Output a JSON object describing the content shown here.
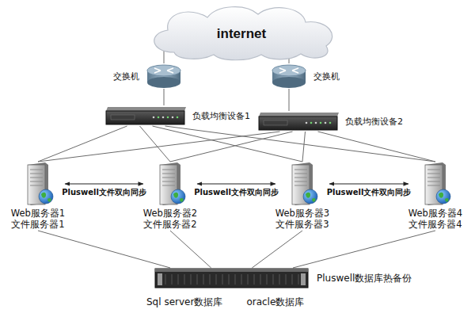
{
  "diagram": {
    "nodes": [
      {
        "text": [
          "internet"
        ]
      },
      {
        "text": [
          "交换机"
        ]
      },
      {
        "text": [
          "交换机"
        ]
      },
      {
        "text": [
          "负载均衡设备1"
        ]
      },
      {
        "text": [
          "负载均衡设备2"
        ]
      },
      {
        "text": [
          "Web服务器1",
          "文件服务器1"
        ]
      },
      {
        "text": [
          "Web服务器2",
          "文件服务器2"
        ]
      },
      {
        "text": [
          "Web服务器3",
          "文件服务器3"
        ]
      },
      {
        "text": [
          "Web服务器4",
          "文件服务器4"
        ]
      },
      {
        "text": [
          "Pluswell数据库热备份",
          "Sql server数据库",
          "oracle数据库"
        ]
      }
    ],
    "edges": [
      {
        "from": 0,
        "to": 1,
        "arrow": "none"
      },
      {
        "from": 0,
        "to": 2,
        "arrow": "none"
      },
      {
        "from": 1,
        "to": 3,
        "arrow": "none"
      },
      {
        "from": 2,
        "to": 4,
        "arrow": "none"
      },
      {
        "from": 3,
        "to": 5,
        "arrow": "none"
      },
      {
        "from": 3,
        "to": 6,
        "arrow": "none"
      },
      {
        "from": 3,
        "to": 7,
        "arrow": "none"
      },
      {
        "from": 3,
        "to": 8,
        "arrow": "none"
      },
      {
        "from": 4,
        "to": 5,
        "arrow": "none"
      },
      {
        "from": 4,
        "to": 6,
        "arrow": "none"
      },
      {
        "from": 4,
        "to": 7,
        "arrow": "none"
      },
      {
        "from": 4,
        "to": 8,
        "arrow": "none"
      },
      {
        "from": 5,
        "to": 6,
        "label": "Pluswell文件双向同步",
        "arrow": "both"
      },
      {
        "from": 6,
        "to": 7,
        "label": "Pluswell文件双向同步",
        "arrow": "both"
      },
      {
        "from": 7,
        "to": 8,
        "label": "Pluswell文件双向同步",
        "arrow": "both"
      },
      {
        "from": 5,
        "to": 9,
        "arrow": "none"
      },
      {
        "from": 6,
        "to": 9,
        "arrow": "none"
      },
      {
        "from": 7,
        "to": 9,
        "arrow": "none"
      },
      {
        "from": 8,
        "to": 9,
        "arrow": "none"
      }
    ]
  }
}
